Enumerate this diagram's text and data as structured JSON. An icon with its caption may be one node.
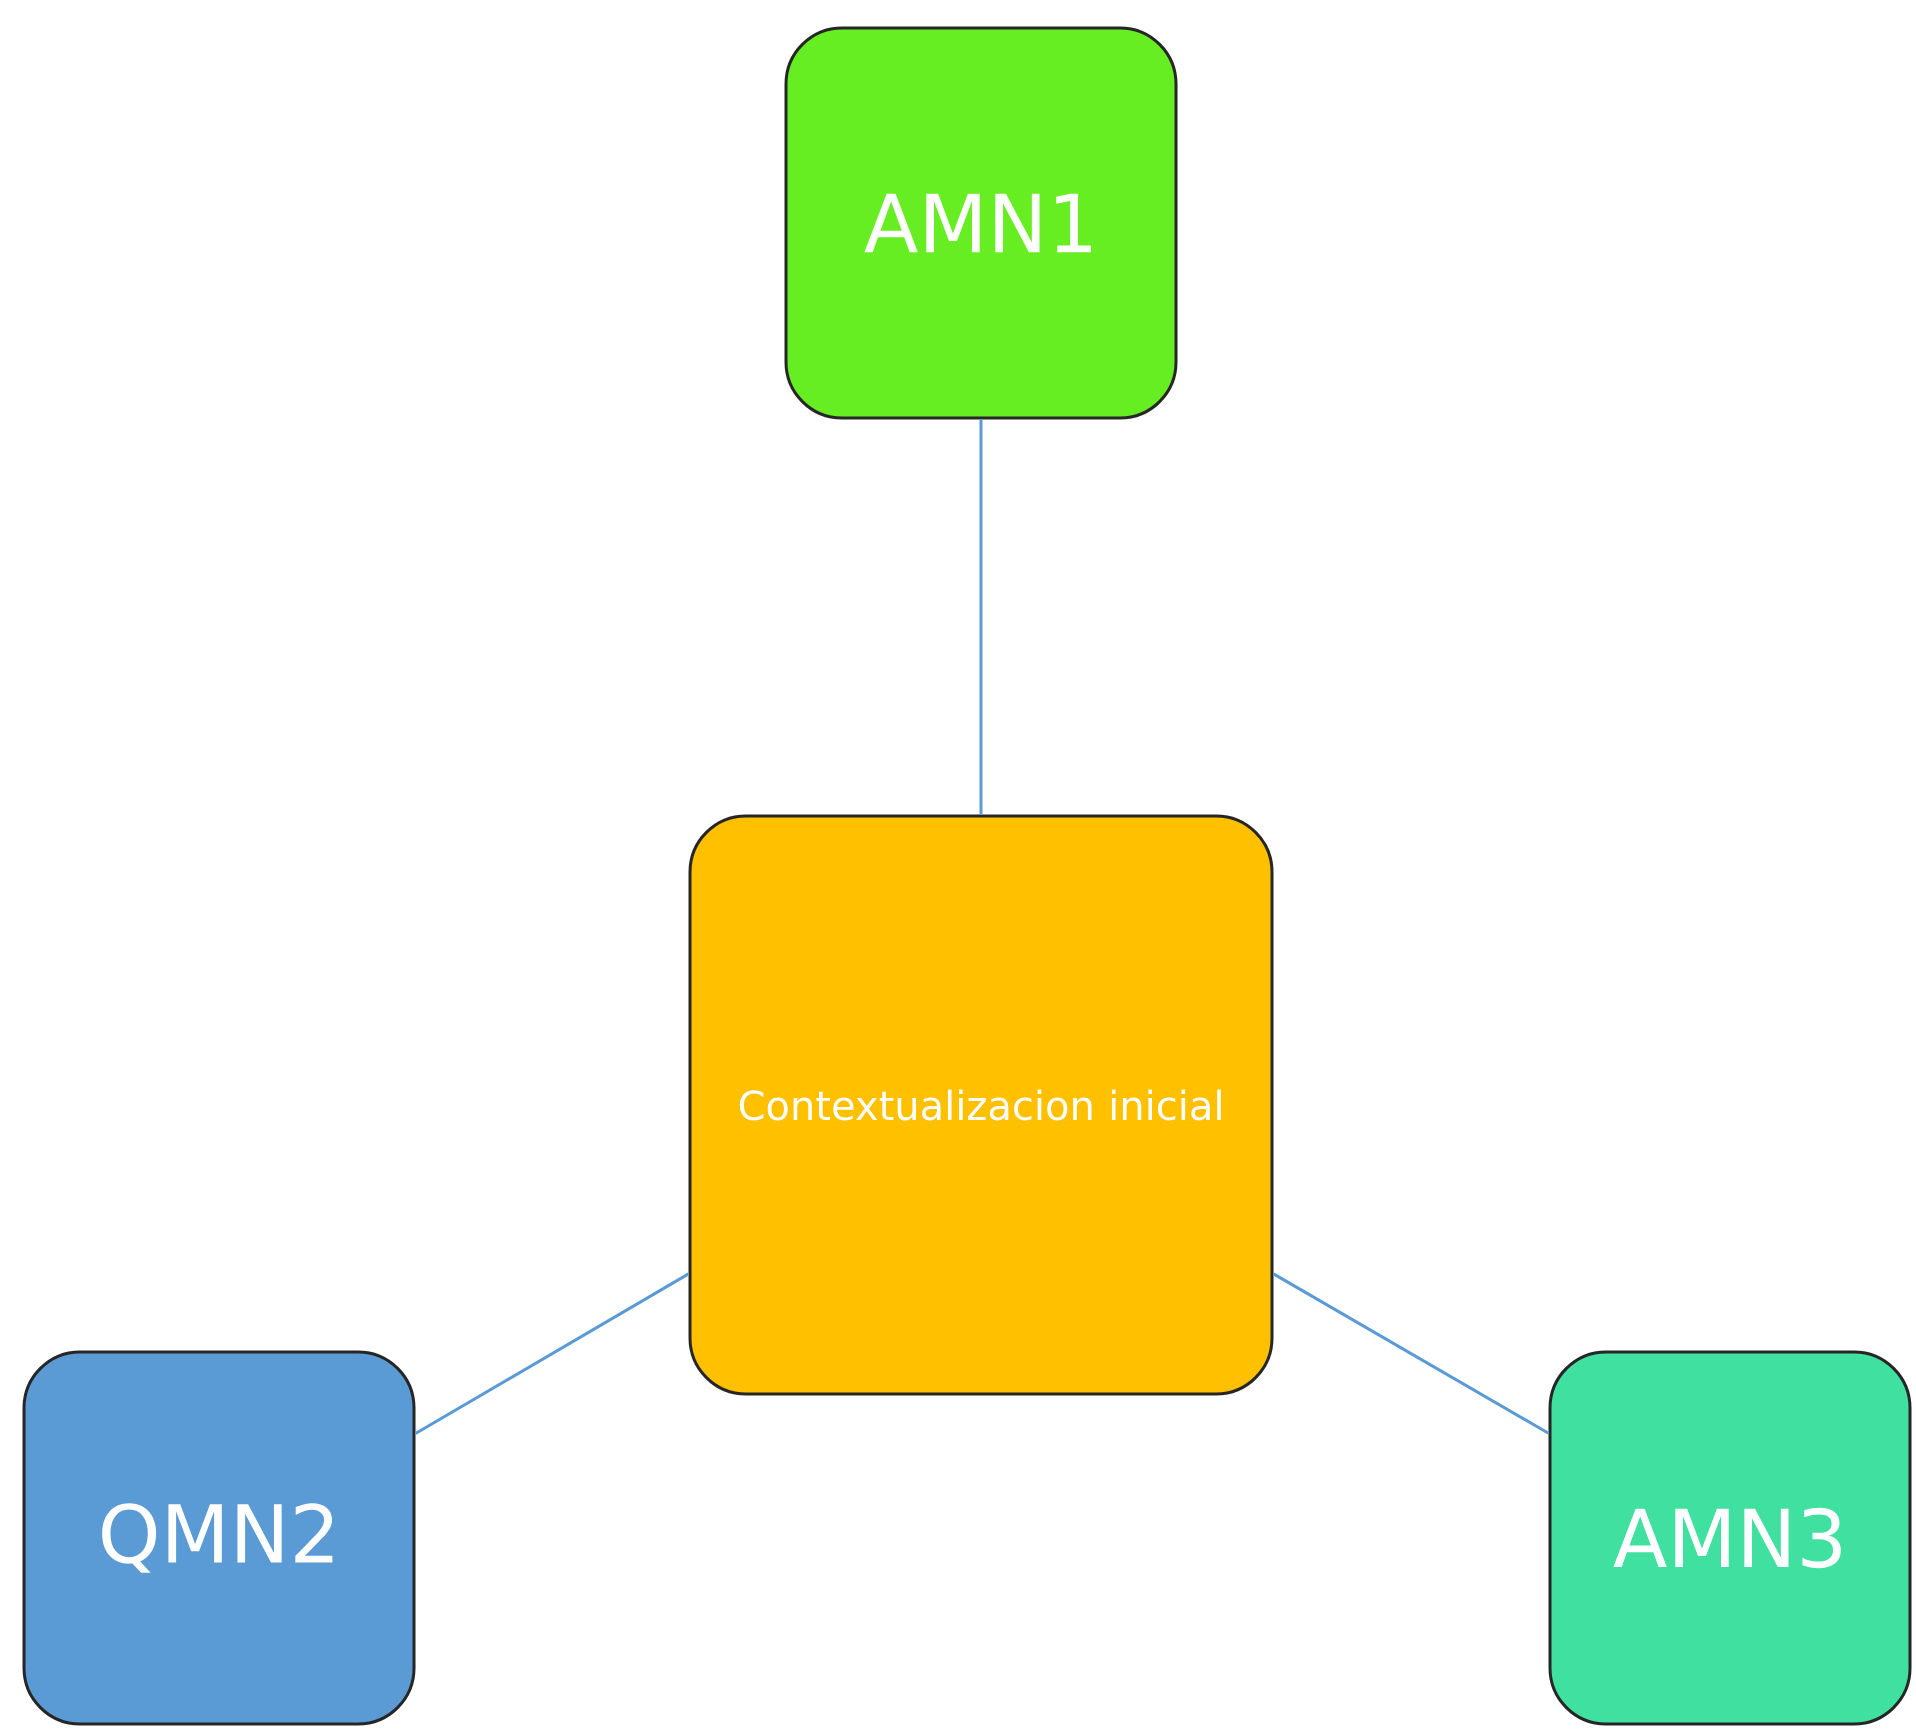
{
  "diagram": {
    "nodes": [
      {
        "text": [
          "Contextualizacion inicial"
        ]
      },
      {
        "text": [
          "AMN1"
        ]
      },
      {
        "text": [
          "QMN2"
        ]
      },
      {
        "text": [
          "AMN3"
        ]
      }
    ],
    "edges": [
      {
        "from": 0,
        "to": 1,
        "arrow": "none"
      },
      {
        "from": 0,
        "to": 2,
        "arrow": "none"
      },
      {
        "from": 0,
        "to": 3,
        "arrow": "none"
      }
    ]
  }
}
